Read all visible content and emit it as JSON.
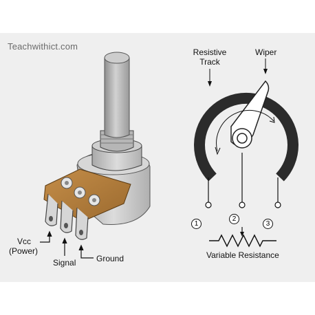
{
  "watermark": "Teachwithict.com",
  "labels": {
    "vcc_line1": "Vcc",
    "vcc_line2": "(Power)",
    "signal": "Signal",
    "ground": "Ground",
    "resistive_line1": "Resistive",
    "resistive_line2": "Track",
    "wiper": "Wiper",
    "variable_resistance": "Variable Resistance"
  },
  "terminals": [
    "1",
    "2",
    "3"
  ],
  "colors": {
    "background": "#efefef",
    "track": "#2b2b2b",
    "pcb": "#b5803f",
    "metal": "#c9c9c9",
    "shaft": "#bdbdbd"
  }
}
